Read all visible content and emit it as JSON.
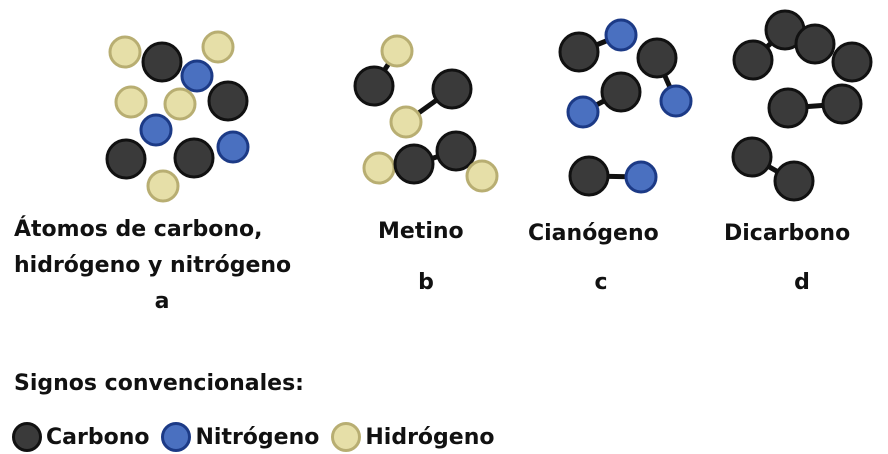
{
  "colors": {
    "carbon": "#3a3a3a",
    "carbon_edge": "#111111",
    "nitrogen": "#4a70c0",
    "nitrogen_edge": "#1c3a86",
    "hydrogen": "#e6dfa8",
    "hydrogen_edge": "#b8ae72",
    "bond": "#111111"
  },
  "panels": [
    {
      "id": "a",
      "title_lines": [
        "Átomos de carbono,",
        "hidrógeno y nitrógeno"
      ],
      "letter": "a"
    },
    {
      "id": "b",
      "title_lines": [
        "Metino"
      ],
      "letter": "b"
    },
    {
      "id": "c",
      "title_lines": [
        "Cianógeno"
      ],
      "letter": "c"
    },
    {
      "id": "d",
      "title_lines": [
        "Dicarbono"
      ],
      "letter": "d"
    }
  ],
  "legend": {
    "title": "Signos convencionales:",
    "items": [
      {
        "element": "carbon",
        "label": "Carbono"
      },
      {
        "element": "nitrogen",
        "label": "Nitrógeno"
      },
      {
        "element": "hydrogen",
        "label": "Hidrógeno"
      }
    ]
  }
}
